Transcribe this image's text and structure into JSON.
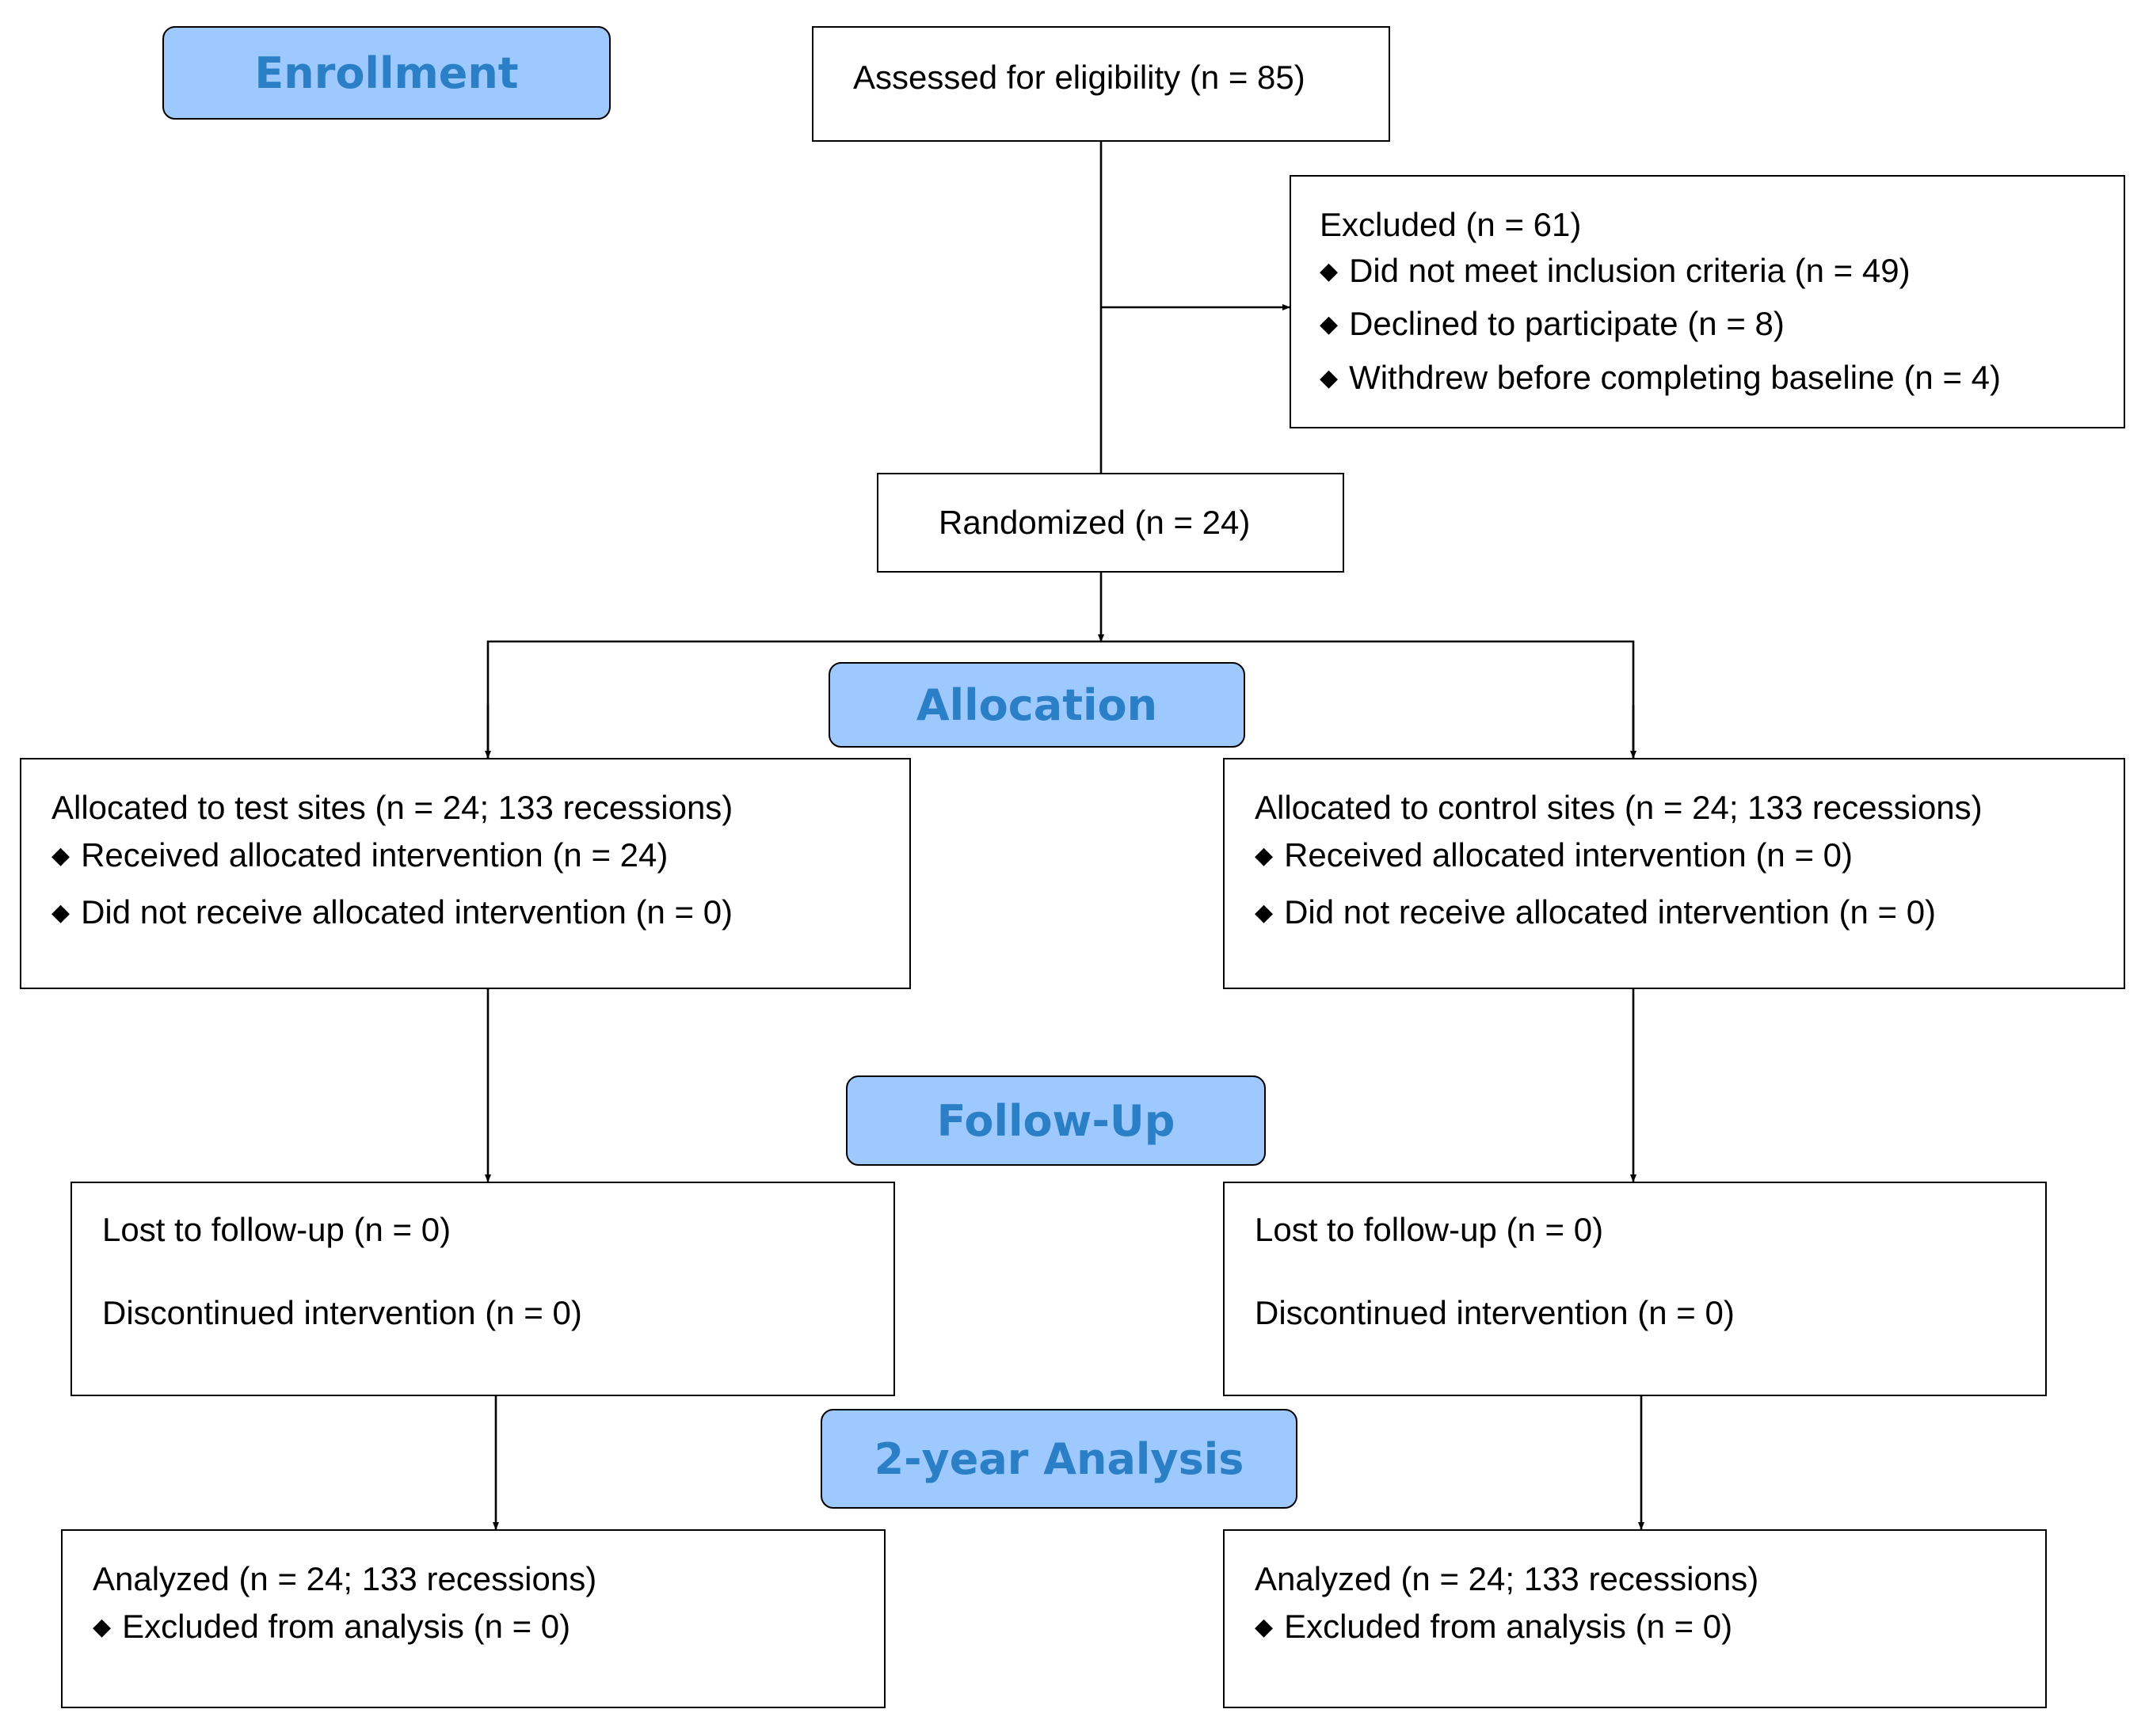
{
  "stages": {
    "enrollment": "Enrollment",
    "allocation": "Allocation",
    "follow_up": "Follow-Up",
    "analysis": "2-year Analysis"
  },
  "assessed": "Assessed for eligibility (n = 85)",
  "excluded": {
    "title": "Excluded  (n = 61)",
    "items": [
      "Did not meet inclusion criteria (n = 49)",
      "Declined to participate (n = 8)",
      "Withdrew before completing baseline (n = 4)"
    ]
  },
  "randomized": "Randomized (n = 24)",
  "allocated_test": {
    "title": "Allocated to test sites (n = 24; 133 recessions)",
    "items": [
      "Received allocated intervention (n = 24)",
      "Did not receive allocated intervention (n = 0)"
    ]
  },
  "allocated_control": {
    "title": "Allocated to control sites (n = 24; 133 recessions)",
    "items": [
      "Received allocated intervention (n = 0)",
      "Did not receive allocated intervention (n = 0)"
    ]
  },
  "followup_test": {
    "lost": "Lost to follow-up (n = 0)",
    "discontinued": "Discontinued intervention (n = 0)"
  },
  "followup_control": {
    "lost": "Lost to follow-up (n = 0)",
    "discontinued": "Discontinued intervention (n = 0)"
  },
  "analyzed_test": {
    "title": "Analyzed  (n = 24; 133 recessions)",
    "items": [
      "Excluded from analysis (n = 0)"
    ]
  },
  "analyzed_control": {
    "title": "Analyzed  (n = 24; 133 recessions)",
    "items": [
      "Excluded from analysis (n = 0)"
    ]
  },
  "colors": {
    "stage_fill": "#9ec9ff",
    "stage_text": "#2a7fc6",
    "line": "#000000"
  },
  "bullet_glyph": "◆"
}
